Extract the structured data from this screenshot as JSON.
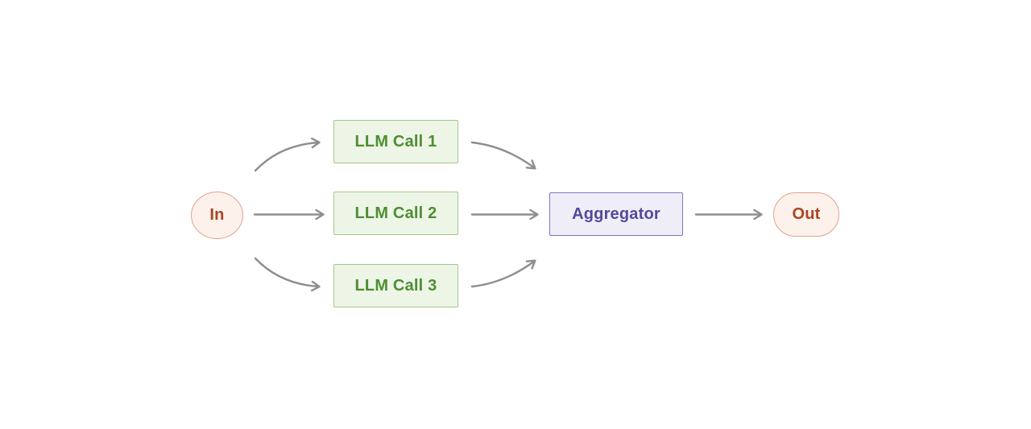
{
  "diagram": {
    "nodes": {
      "in": {
        "label": "In"
      },
      "llm_call_1": {
        "label": "LLM Call 1"
      },
      "llm_call_2": {
        "label": "LLM Call 2"
      },
      "llm_call_3": {
        "label": "LLM Call 3"
      },
      "aggregator": {
        "label": "Aggregator"
      },
      "out": {
        "label": "Out"
      }
    },
    "edges": [
      {
        "from": "in",
        "to": "llm_call_1"
      },
      {
        "from": "in",
        "to": "llm_call_2"
      },
      {
        "from": "in",
        "to": "llm_call_3"
      },
      {
        "from": "llm_call_1",
        "to": "aggregator"
      },
      {
        "from": "llm_call_2",
        "to": "aggregator"
      },
      {
        "from": "llm_call_3",
        "to": "aggregator"
      },
      {
        "from": "aggregator",
        "to": "out"
      }
    ]
  },
  "colors": {
    "canvas_bg": "#ffffff",
    "terminal_fill": "#fdf1ec",
    "terminal_border": "#e0a38c",
    "terminal_text": "#a8461f",
    "call_fill": "#edf5e7",
    "call_border": "#a2c987",
    "call_text": "#4e8e31",
    "aggregator_fill": "#efeef8",
    "aggregator_border": "#7d74c2",
    "aggregator_text": "#52489e",
    "edge_stroke": "#8e8e8e"
  }
}
